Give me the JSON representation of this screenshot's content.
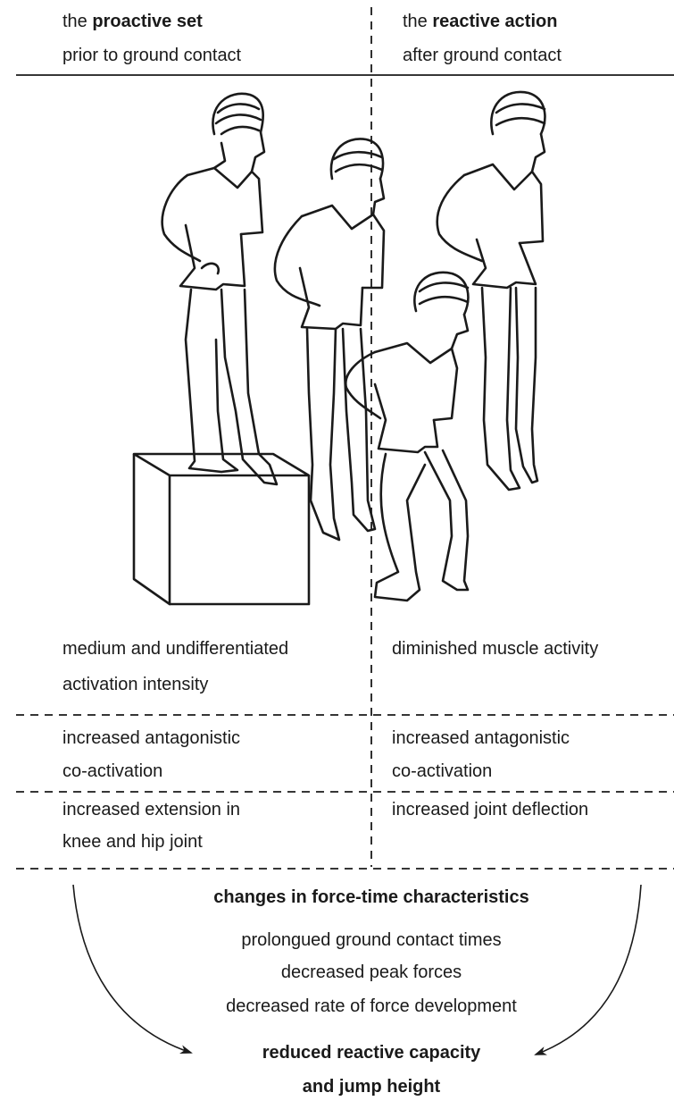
{
  "left_header": {
    "prefix": "the ",
    "bold": "proactive set",
    "sub": "prior to ground contact"
  },
  "right_header": {
    "prefix": "the ",
    "bold": "reactive action",
    "sub": "after ground contact"
  },
  "rows": [
    {
      "left": [
        "medium and undifferentiated",
        "activation intensity"
      ],
      "right": [
        "diminished muscle activity"
      ]
    },
    {
      "left": [
        "increased antagonistic",
        "co-activation"
      ],
      "right": [
        "increased antagonistic",
        "co-activation"
      ]
    },
    {
      "left": [
        "increased extension in",
        "knee and hip joint"
      ],
      "right": [
        "increased joint deflection"
      ]
    }
  ],
  "summary": {
    "title": "changes in force-time characteristics",
    "items": [
      "prolongued ground contact times",
      "decreased peak forces",
      "decreased rate of force development"
    ],
    "result_line1": "reduced reactive capacity",
    "result_line2": "and jump height"
  }
}
